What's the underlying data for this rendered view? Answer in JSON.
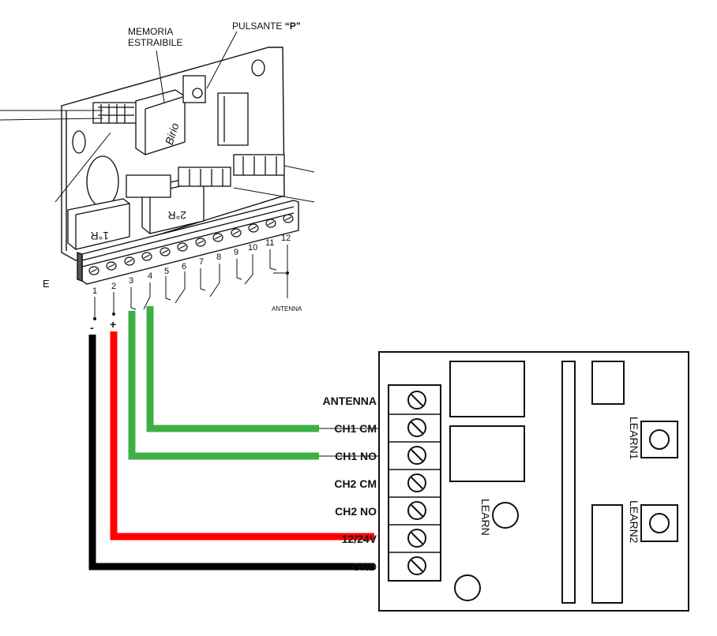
{
  "top_board": {
    "callout_memory": "MEMORIA\nESTRAIBILE",
    "callout_button_prefix": "PULSANTE ",
    "callout_button_key": "“P”",
    "chip_label": "Birio",
    "relay1_label": "1°R",
    "relay2_label": "2°R",
    "edge_fragment": "E",
    "terminal_numbers": [
      "1",
      "2",
      "3",
      "4",
      "5",
      "6",
      "7",
      "8",
      "9",
      "10",
      "11",
      "12"
    ],
    "antenna_note": "ANTENNA",
    "polarity_minus": "-",
    "polarity_plus": "+"
  },
  "receiver": {
    "terminal_labels": [
      "ANTENNA",
      "CH1 CM",
      "CH1 NO",
      "CH2 CM",
      "CH2 NO",
      "12/24V",
      "GND"
    ],
    "learn_center": "LEARN",
    "learn1": "LEARN1",
    "learn2": "LEARN2"
  },
  "wires": [
    {
      "from_terminal": "1",
      "to": "GND",
      "color": "#000000"
    },
    {
      "from_terminal": "2",
      "to": "12/24V",
      "color": "#ff0000"
    },
    {
      "from_terminal": "3",
      "to": "CH1 NO",
      "color": "#3cb043"
    },
    {
      "from_terminal": "4",
      "to": "CH1 CM",
      "color": "#3cb043"
    }
  ]
}
